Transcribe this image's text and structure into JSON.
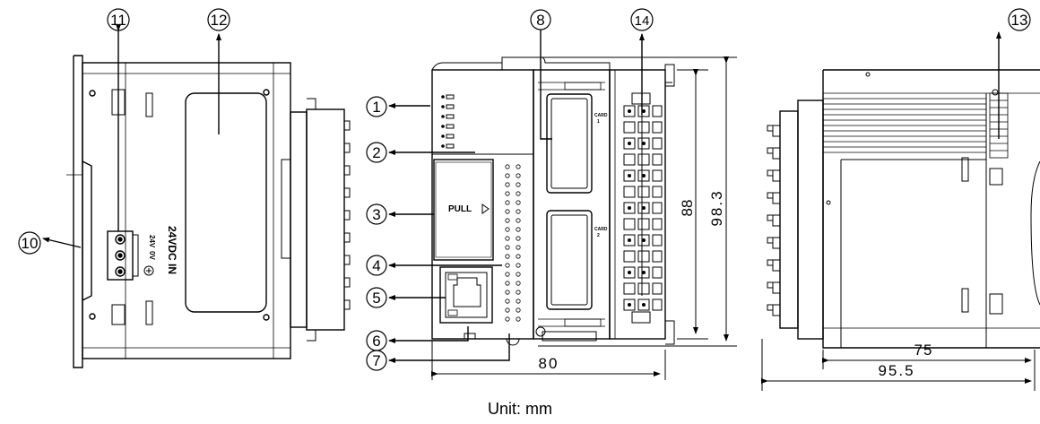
{
  "callouts": {
    "c1": "1",
    "c2": "2",
    "c3": "3",
    "c4": "4",
    "c5": "5",
    "c6": "6",
    "c7": "7",
    "c8": "8",
    "c10": "10",
    "c11": "11",
    "c12": "12",
    "c13": "13",
    "c14": "14"
  },
  "dimensions": {
    "height_inner": "88",
    "height_outer": "98.3",
    "width_front": "80",
    "depth_inner": "75",
    "depth_outer": "95.5"
  },
  "labels": {
    "power_input": "24VDC IN",
    "terminal_24v": "24V",
    "terminal_0v": "0V",
    "pull": "PULL",
    "card1_word": "CARD",
    "card1_num": "1",
    "card2_word": "CARD",
    "card2_num": "2"
  },
  "caption": "Unit: mm"
}
